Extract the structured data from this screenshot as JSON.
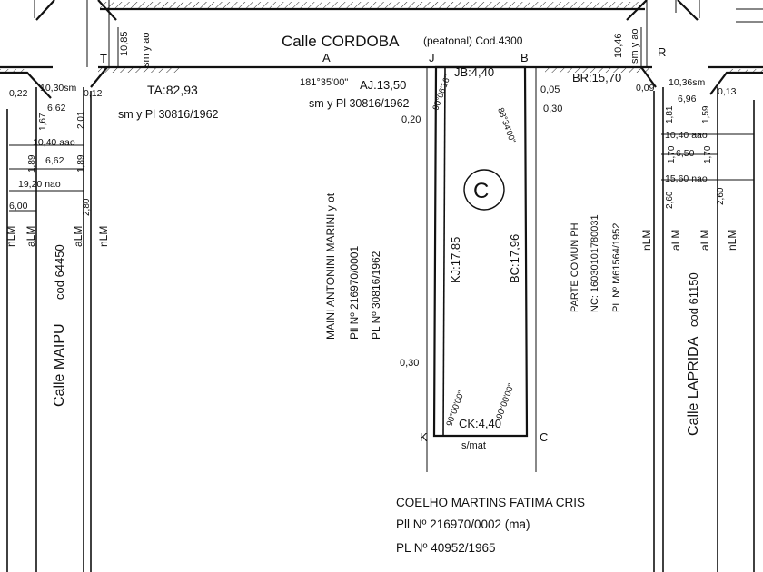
{
  "streets": {
    "top": {
      "name": "Calle CORDOBA",
      "note": "(peatonal) Cod.4300"
    },
    "left": {
      "name": "Calle MAIPU",
      "code": "cod 64450"
    },
    "right": {
      "name": "Calle LAPRIDA",
      "code": "cod 61150"
    }
  },
  "points": {
    "T": "T",
    "A": "A",
    "J": "J",
    "B": "B",
    "R": "R",
    "K": "K",
    "C": "C"
  },
  "parcel": {
    "label": "C",
    "jb": "JB:4,40",
    "ck": "CK:4,40",
    "kj": "KJ:17,85",
    "bc": "BC:17,96",
    "angle_j": "90°06'16\"",
    "angle_b": "88°34'00\"",
    "angle_k": "90°00'00\"",
    "angle_c": "90°00'00\"",
    "offset_top": "0,20",
    "offset_bottom": "0,30",
    "offset_b1": "0,05",
    "offset_b2": "0,30",
    "smat": "s/mat"
  },
  "top_labels": {
    "ta": "TA:82,93",
    "ta_ref": "sm y Pl 30816/1962",
    "aj": "AJ.13,50",
    "aj_angle": "181°35'00\"",
    "aj_ref": "sm y Pl 30816/1962",
    "br": "BR:15,70"
  },
  "left_dims": {
    "d1085": "10,85",
    "smya": "sm y ao",
    "d022": "0,22",
    "d1030": "10,30sm",
    "d012": "0,12",
    "d662a": "6,62",
    "d167": "1,67",
    "d201": "2,01",
    "d1040": "10,40 aao",
    "d662b": "6,62",
    "d189a": "1,89",
    "d189b": "1,89",
    "d1920": "19,20 nao",
    "d600": "6,00",
    "d280": "2,80",
    "nlm1": "nLM",
    "alm": "aLM",
    "alm2": "aLM",
    "nlm2": "nLM"
  },
  "right_dims": {
    "d1046": "10,46",
    "smya": "sm y ao",
    "d009": "0,09",
    "d1036": "10,36sm",
    "d013": "0,13",
    "d696": "6,96",
    "d181": "1,81",
    "d159": "1,59",
    "d1040": "10,40 aao",
    "d650": "6,50",
    "d170a": "1,70",
    "d170b": "1,70",
    "d1560": "15,60 nao",
    "d260a": "2,60",
    "d260b": "2,60",
    "nlm1": "nLM",
    "alm": "aLM",
    "alm2": "aLM",
    "nlm2": "nLM"
  },
  "owners": {
    "west": {
      "line1": "MAINI ANTONINI MARINI y ot",
      "line2": "Pll Nº 216970/0001",
      "line3": "PL Nº 30816/1962"
    },
    "east": {
      "line1": "PARTE COMUN PH",
      "line2": "NC: 16030101780031",
      "line3": "PL Nº M61564/1952"
    },
    "south": {
      "line1": "COELHO MARTINS FATIMA CRIS",
      "line2": "Pll Nº 216970/0002 (ma)",
      "line3": "PL Nº 40952/1965"
    }
  }
}
